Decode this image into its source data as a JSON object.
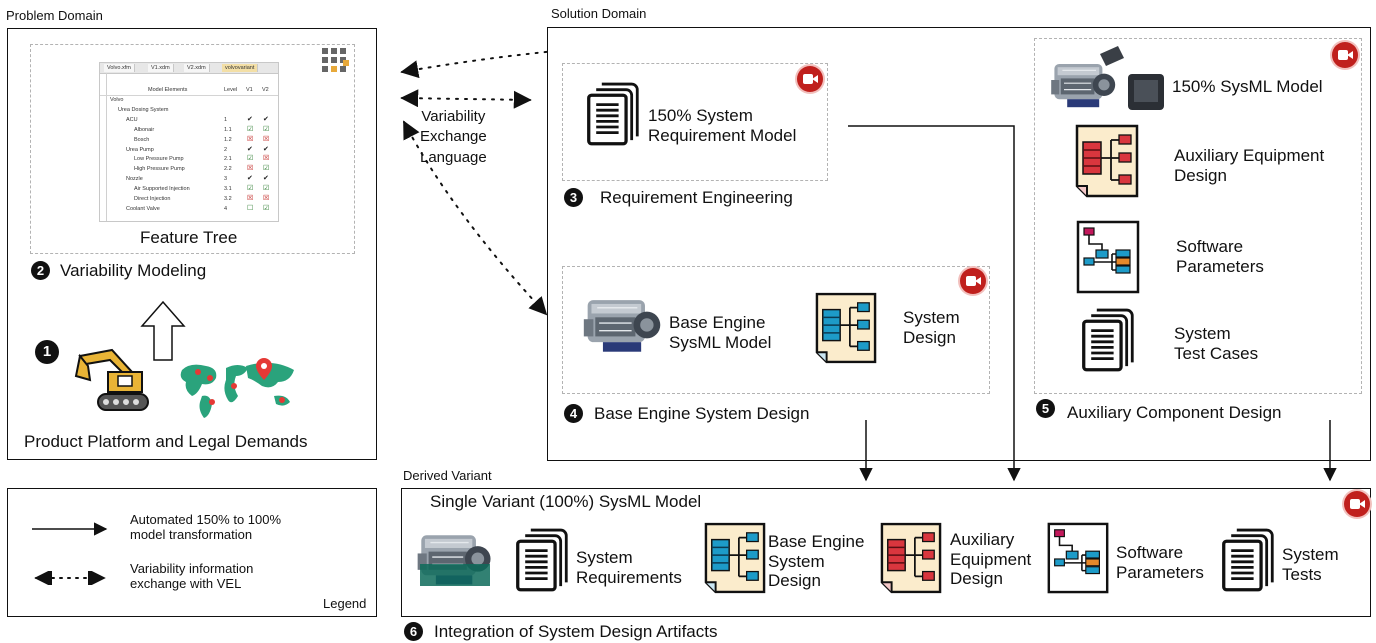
{
  "problem_domain": {
    "label": "Problem Domain",
    "feature_tree": {
      "caption": "Feature Tree",
      "tabs": [
        "Volvo.xfm",
        "V1.xdm",
        "V2.xdm",
        "volvovariant"
      ],
      "columns": [
        "Model Elements",
        "Level",
        "V1",
        "V2"
      ],
      "rows": [
        {
          "name": "Volvo",
          "level": "",
          "v1": "",
          "v2": ""
        },
        {
          "name": "Urea Dosing System",
          "level": "",
          "v1": "",
          "v2": ""
        },
        {
          "name": "ACU",
          "level": "1",
          "v1": "✔",
          "v2": "✔"
        },
        {
          "name": "Albonair",
          "level": "1.1",
          "v1": "☑",
          "v2": "☑"
        },
        {
          "name": "Bosch",
          "level": "1.2",
          "v1": "☒",
          "v2": "☒"
        },
        {
          "name": "Urea Pump",
          "level": "2",
          "v1": "✔",
          "v2": "✔"
        },
        {
          "name": "Low Pressure Pump",
          "level": "2.1",
          "v1": "☑",
          "v2": "☒"
        },
        {
          "name": "High Pressure Pump",
          "level": "2.2",
          "v1": "☒",
          "v2": "☑"
        },
        {
          "name": "Nozzle",
          "level": "3",
          "v1": "✔",
          "v2": "✔"
        },
        {
          "name": "Air Supported Injection",
          "level": "3.1",
          "v1": "☑",
          "v2": "☑"
        },
        {
          "name": "Direct Injection",
          "level": "3.2",
          "v1": "☒",
          "v2": "☒"
        },
        {
          "name": "Coolant Valve",
          "level": "4",
          "v1": "☐",
          "v2": "☑"
        }
      ]
    },
    "variability_modeling": {
      "num": "2",
      "label": "Variability Modeling"
    },
    "product_platform": {
      "num": "1",
      "label": "Product Platform and Legal Demands"
    }
  },
  "vel_label": "Variability\nExchange\nLanguage",
  "solution_domain": {
    "label": "Solution Domain",
    "requirement_engineering": {
      "num": "3",
      "label": "Requirement Engineering",
      "item": "150% System\nRequirement Model"
    },
    "base_engine": {
      "num": "4",
      "label": "Base Engine System Design",
      "item_model": "Base Engine\nSysML Model",
      "item_design": "System\nDesign"
    },
    "auxiliary": {
      "num": "5",
      "label": "Auxiliary Component Design",
      "item_model": "150% SysML Model",
      "item_aux": "Auxiliary Equipment\nDesign",
      "item_sw": "Software\nParameters",
      "item_tests": "System\nTest Cases"
    }
  },
  "derived_variant": {
    "label": "Derived Variant",
    "title": "Single Variant (100%) SysML Model",
    "items": {
      "req": "System\nRequirements",
      "base": "Base Engine\nSystem\nDesign",
      "aux": "Auxiliary\nEquipment\nDesign",
      "sw": "Software\nParameters",
      "tests": "System\nTests"
    },
    "integration": {
      "num": "6",
      "label": "Integration of System Design Artifacts"
    }
  },
  "legend": {
    "title": "Legend",
    "solid": "Automated 150% to 100%\nmodel transformation",
    "dotted": "Variability information\nexchange with VEL"
  },
  "colors": {
    "border": "#111111",
    "dashed": "#b3b3b3",
    "camera_red": "#c0201d",
    "doc_red": "#d9363e",
    "doc_cyan": "#1d9bc8",
    "doc_orange": "#e5882a",
    "doc_magenta": "#c2185b",
    "doc_paper": "#fbeccc",
    "map_green": "#2aa37c",
    "pin_red": "#e53935",
    "excavator_yellow": "#e9b436"
  }
}
